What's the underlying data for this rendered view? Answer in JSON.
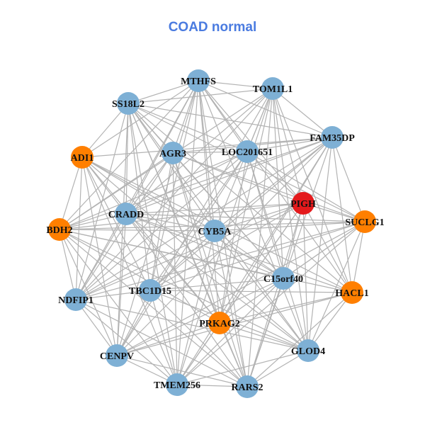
{
  "title": "COAD normal",
  "colors": {
    "title": "#4a7be0",
    "edge": "#b3b3b3",
    "node_default": "#7eb0d5",
    "node_orange": "#ff7f00",
    "node_red": "#e41a1c"
  },
  "nodes": [
    {
      "id": "MTHFS",
      "group": "default"
    },
    {
      "id": "TOM1L1",
      "group": "default"
    },
    {
      "id": "SS18L2",
      "group": "default"
    },
    {
      "id": "FAM35DP",
      "group": "default"
    },
    {
      "id": "ADI1",
      "group": "orange"
    },
    {
      "id": "AGR3",
      "group": "default"
    },
    {
      "id": "LOC201651",
      "group": "default"
    },
    {
      "id": "PIGH",
      "group": "red"
    },
    {
      "id": "SUCLG1",
      "group": "orange"
    },
    {
      "id": "BDH2",
      "group": "orange"
    },
    {
      "id": "CRADD",
      "group": "default"
    },
    {
      "id": "CYB5A",
      "group": "default"
    },
    {
      "id": "C15orf40",
      "group": "default"
    },
    {
      "id": "HACL1",
      "group": "orange"
    },
    {
      "id": "NDFIP1",
      "group": "default"
    },
    {
      "id": "TBC1D15",
      "group": "default"
    },
    {
      "id": "PRKAG2",
      "group": "orange"
    },
    {
      "id": "CENPV",
      "group": "default"
    },
    {
      "id": "GLOD4",
      "group": "default"
    },
    {
      "id": "TMEM256",
      "group": "default"
    },
    {
      "id": "RARS2",
      "group": "default"
    }
  ],
  "edges": "dense-all-pairs"
}
